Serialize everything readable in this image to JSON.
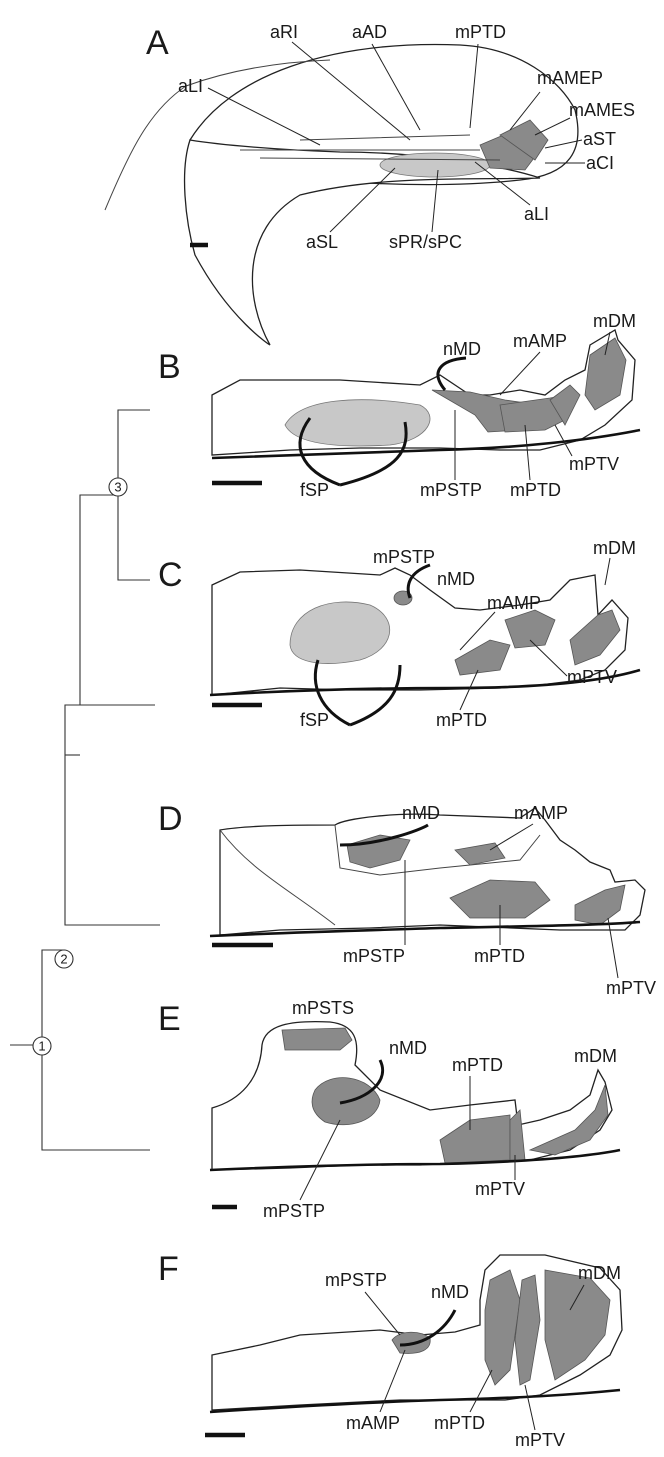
{
  "panels": {
    "A": {
      "letter": "A",
      "labels": {
        "aRI": "aRI",
        "aAD": "aAD",
        "mPTD": "mPTD",
        "mAMEP": "mAMEP",
        "aLI_top": "aLI",
        "mAMES": "mAMES",
        "aST": "aST",
        "aCI": "aCI",
        "aSL": "aSL",
        "sPR_sPC": "sPR/sPC",
        "aLI_bottom": "aLI"
      }
    },
    "B": {
      "letter": "B",
      "labels": {
        "nMD": "nMD",
        "mAMP": "mAMP",
        "mDM": "mDM",
        "mPTV": "mPTV",
        "fSP": "fSP",
        "mPSTP": "mPSTP",
        "mPTD": "mPTD"
      }
    },
    "C": {
      "letter": "C",
      "labels": {
        "mPSTP": "mPSTP",
        "nMD": "nMD",
        "mDM": "mDM",
        "mAMP": "mAMP",
        "mPTV": "mPTV",
        "fSP": "fSP",
        "mPTD": "mPTD"
      }
    },
    "D": {
      "letter": "D",
      "labels": {
        "nMD": "nMD",
        "mAMP": "mAMP",
        "mPSTP": "mPSTP",
        "mPTD": "mPTD",
        "mPTV": "mPTV"
      }
    },
    "E": {
      "letter": "E",
      "labels": {
        "mPSTS": "mPSTS",
        "nMD": "nMD",
        "mPTD": "mPTD",
        "mDM": "mDM",
        "mPSTP": "mPSTP",
        "mPTV": "mPTV"
      }
    },
    "F": {
      "letter": "F",
      "labels": {
        "mPSTP": "mPSTP",
        "nMD": "nMD",
        "mDM": "mDM",
        "mAMP": "mAMP",
        "mPTD": "mPTD",
        "mPTV": "mPTV"
      }
    }
  },
  "tree": {
    "nodes": [
      "1",
      "2",
      "3"
    ]
  },
  "colors": {
    "muscle": "#8a8a8a",
    "ink": "#111111",
    "paper": "#ffffff"
  }
}
